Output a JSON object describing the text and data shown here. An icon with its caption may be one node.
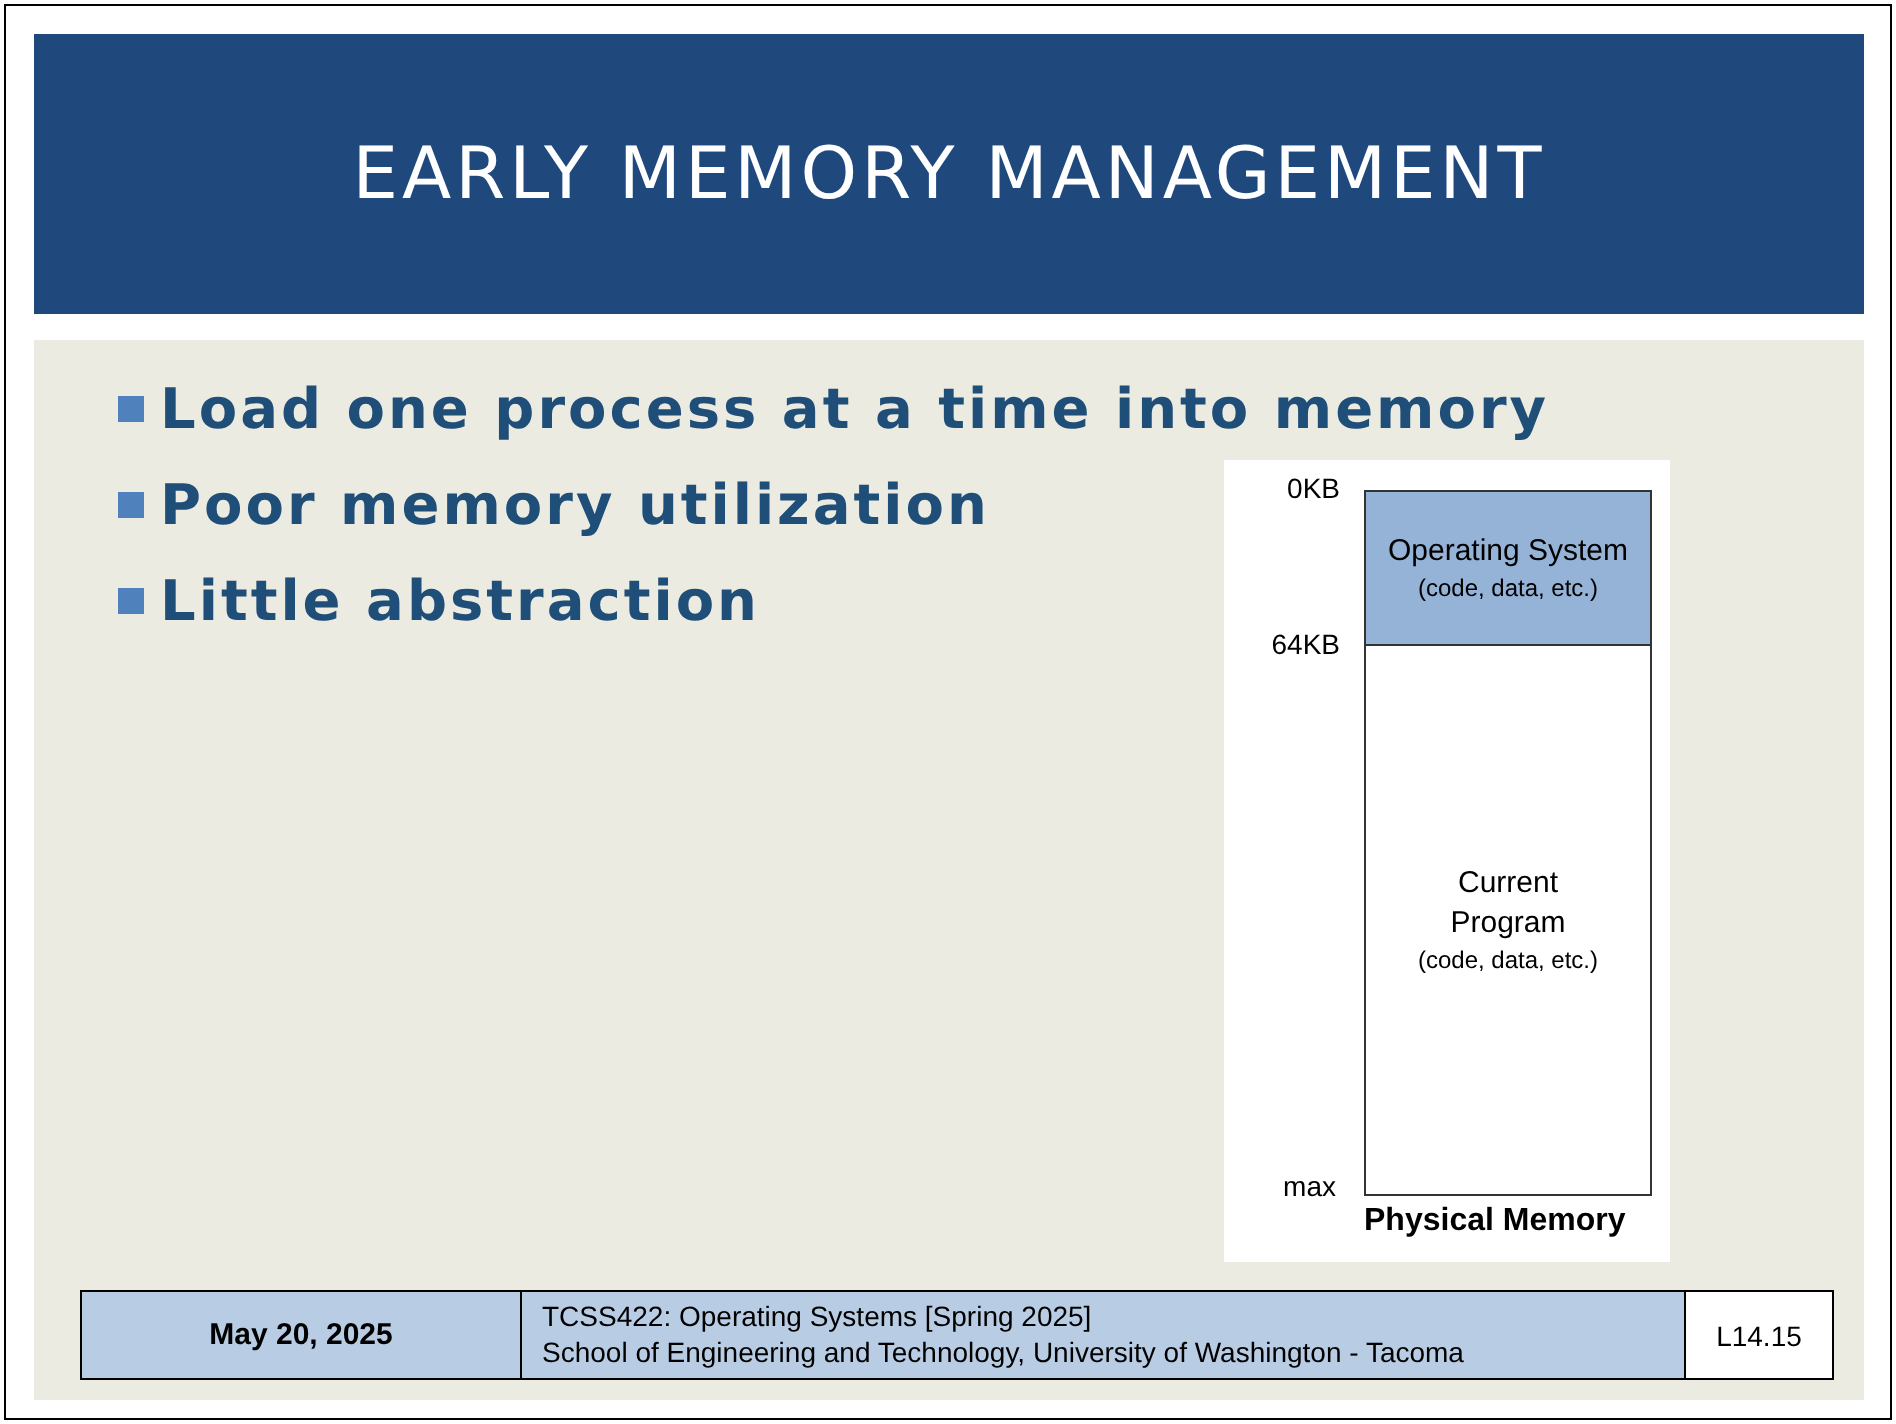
{
  "diagram": {
    "title": "EARLY MEMORY MANAGEMENT",
    "nodes": [
      {
        "text": [
          "Operating System",
          "(code, data, etc.)"
        ]
      },
      {
        "text": [
          "Current Program",
          "(code, data, etc.)"
        ]
      }
    ],
    "labels": [
      "Load one process at a time into memory",
      "Poor memory utilization",
      "Little abstraction",
      "0KB",
      "64KB",
      "max",
      "Physical Memory",
      "May 20, 2025",
      "TCSS422: Operating Systems [Spring 2025]",
      "School of Engineering and Technology, University of Washington - Tacoma",
      "L14.15"
    ]
  }
}
